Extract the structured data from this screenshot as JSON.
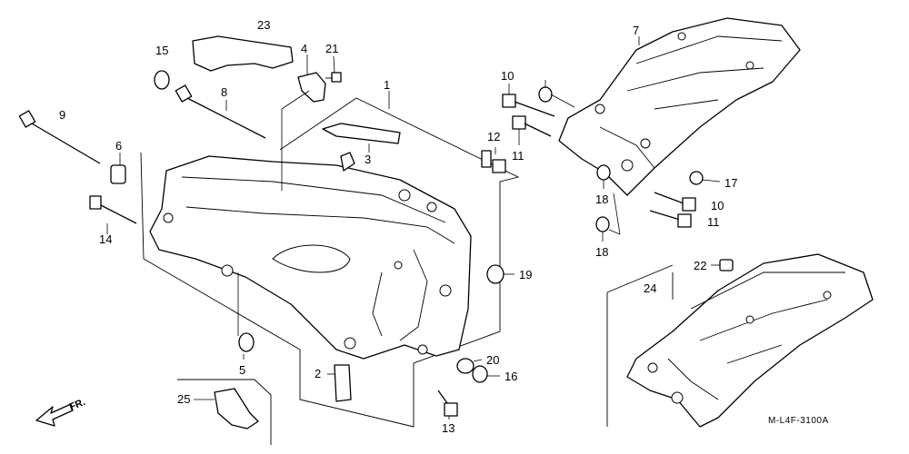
{
  "callouts": {
    "c1": "1",
    "c2": "2",
    "c3": "3",
    "c4": "4",
    "c5": "5",
    "c6": "6",
    "c7": "7",
    "c8": "8",
    "c9": "9",
    "c10a": "10",
    "c10b": "10",
    "c11a": "11",
    "c11b": "11",
    "c12": "12",
    "c13": "13",
    "c14": "14",
    "c15": "15",
    "c16": "16",
    "c17": "17",
    "c18a": "18",
    "c18b": "18",
    "c19": "19",
    "c20": "20",
    "c21": "21",
    "c22": "22",
    "c23": "23",
    "c24": "24",
    "c25": "25"
  },
  "front_label": "FR.",
  "diagram_code": "M-L4F-3100A",
  "colors": {
    "ink": "#000000",
    "paper": "#ffffff"
  }
}
